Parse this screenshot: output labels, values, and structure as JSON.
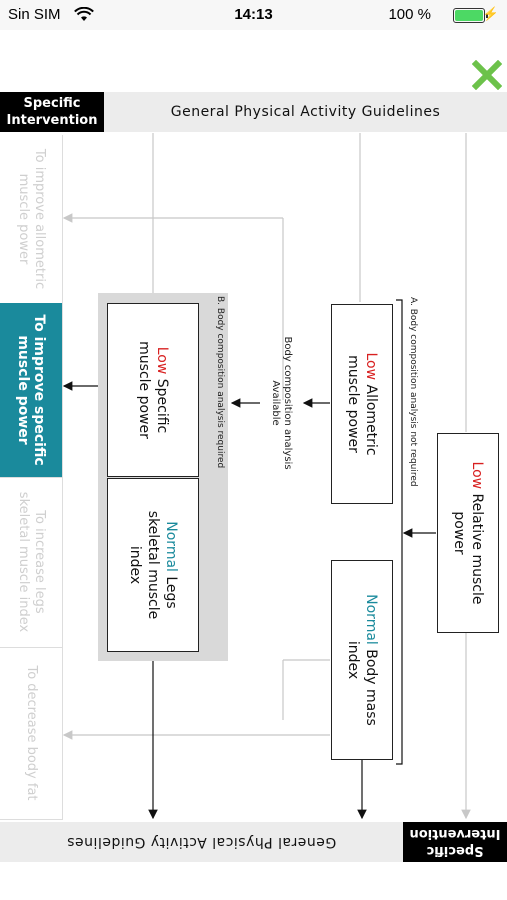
{
  "status": {
    "carrier": "Sin SIM",
    "time": "14:13",
    "battery": "100 %"
  },
  "header": {
    "label_line1": "Specific",
    "label_line2": "Intervention",
    "title": "General Physical Activity Guidelines"
  },
  "footer": {
    "label_line1": "Specific",
    "label_line2": "Intervention",
    "title": "General Physical Activity Guidelines"
  },
  "lanes": [
    {
      "line1": "To improve allometric",
      "line2": "muscle power"
    },
    {
      "line1": "To improve specific",
      "line2": "muscle power"
    },
    {
      "line1": "To increase legs",
      "line2": "skeletal muscle index"
    },
    {
      "line1": "To decrease body fat",
      "line2": ""
    }
  ],
  "boxes": {
    "relative": {
      "status": "Low",
      "line1": "Relative muscle",
      "line2": "power"
    },
    "allometric": {
      "status": "Low",
      "line1": "Allometric",
      "line2": "muscle power"
    },
    "bmi": {
      "status": "Normal",
      "line1": "Body mass",
      "line2": "index"
    },
    "specific": {
      "status": "Low",
      "line1": "Specific",
      "line2": "muscle power"
    },
    "legs": {
      "status": "Normal",
      "line1": "Legs",
      "line2": "skeletal muscle",
      "line3": "index"
    }
  },
  "notes": {
    "a": "A. Body composition analysis not required",
    "b": "B. Body composition analysis required",
    "available_line1": "Body composition analysis",
    "available_line2": "Available"
  },
  "colors": {
    "accent": "#1a8a9c",
    "low": "#d82020",
    "close": "#6cc24a"
  }
}
